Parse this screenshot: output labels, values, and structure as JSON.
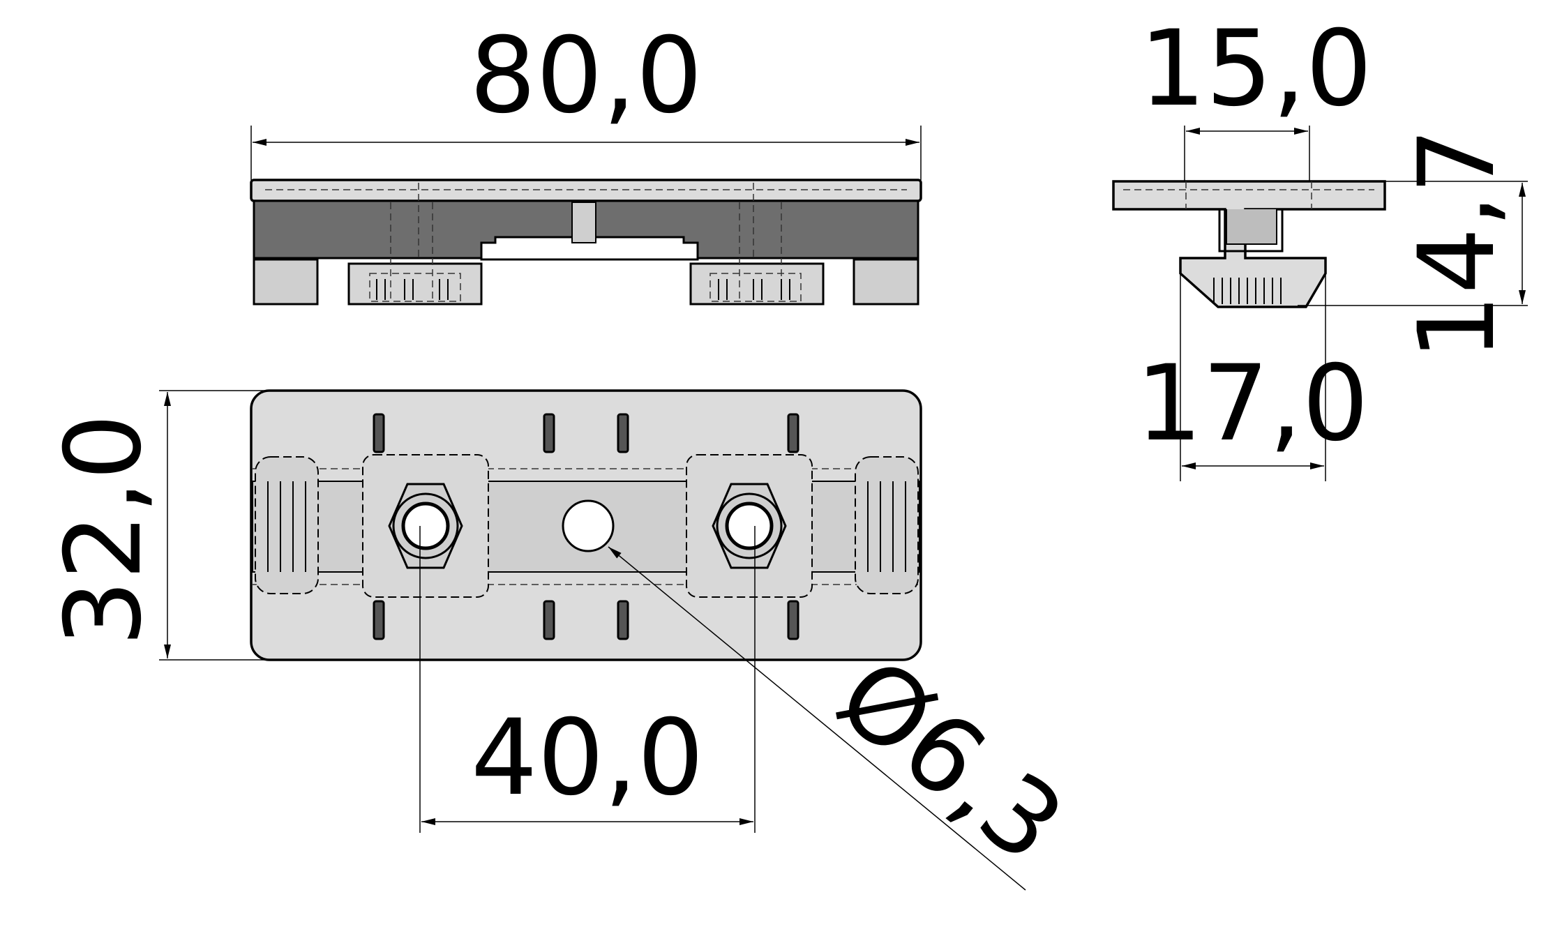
{
  "drawing": {
    "dimensions": {
      "overall_length": "80,0",
      "top_width": "15,0",
      "height": "14,7",
      "bottom_width": "17,0",
      "plate_width": "32,0",
      "hole_spacing": "40,0",
      "hole_diameter": "Ø6,3"
    }
  }
}
